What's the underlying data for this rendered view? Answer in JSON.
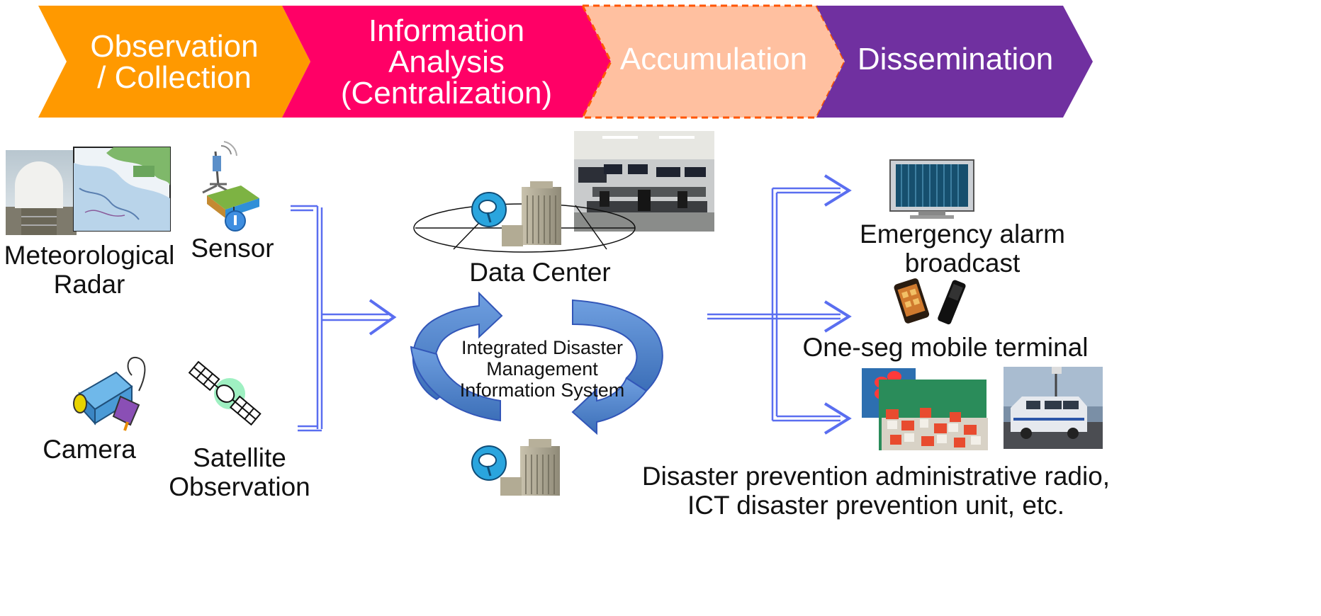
{
  "stages": [
    {
      "line1": "Observation",
      "line2": "/ Collection",
      "line3": "",
      "color": "#ff9900"
    },
    {
      "line1": "Information",
      "line2": "Analysis",
      "line3": "(Centralization)",
      "color": "#ff0066"
    },
    {
      "line1": "Accumulation",
      "line2": "",
      "line3": "",
      "color": "#ffc0a0",
      "border": "#ff5500"
    },
    {
      "line1": "Dissemination",
      "line2": "",
      "line3": "",
      "color": "#7030a0"
    }
  ],
  "sources": {
    "radar": {
      "line1": "Meteorological",
      "line2": "Radar"
    },
    "sensor": {
      "line1": "Sensor"
    },
    "camera": {
      "line1": "Camera"
    },
    "satellite": {
      "line1": "Satellite",
      "line2": "Observation"
    }
  },
  "center": {
    "data_center": "Data Center",
    "system": {
      "line1": "Integrated Disaster",
      "line2": "Management",
      "line3": "Information System"
    }
  },
  "outputs": {
    "alarm": {
      "line1": "Emergency alarm",
      "line2": "broadcast"
    },
    "oneseg": {
      "line1": "One-seg mobile terminal"
    },
    "radio": {
      "line1": "Disaster prevention administrative radio,",
      "line2": "ICT disaster prevention unit, etc."
    }
  },
  "colors": {
    "connector": "#5a6ef0",
    "cycle_arrow": "#4f85cf"
  }
}
